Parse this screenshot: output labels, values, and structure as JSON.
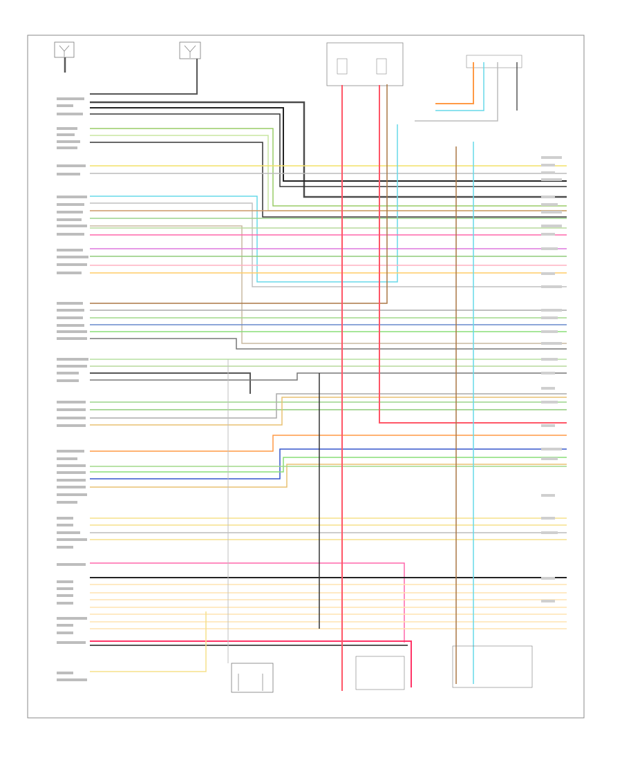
{
  "figure": {
    "bottom_left_label": "",
    "frame_label": ""
  },
  "wires": [
    {
      "id": "w1",
      "color": "#4a4a4a"
    },
    {
      "id": "w2",
      "color": "#222222"
    },
    {
      "id": "w3",
      "color": "#333333"
    },
    {
      "id": "w4",
      "color": "#99cc66"
    },
    {
      "id": "w5",
      "color": "#c8e6a0"
    },
    {
      "id": "w6",
      "color": "#333333"
    },
    {
      "id": "w7",
      "color": "#f2e066"
    },
    {
      "id": "w8",
      "color": "#bbbbbb"
    },
    {
      "id": "w9",
      "color": "#66d9e8"
    },
    {
      "id": "w10",
      "color": "#bfbfbf"
    },
    {
      "id": "w11",
      "color": "#cc9966"
    },
    {
      "id": "w12",
      "color": "#9ad48a"
    },
    {
      "id": "w13",
      "color": "#c9b9a0"
    },
    {
      "id": "w14",
      "color": "#b7d99c"
    },
    {
      "id": "w15",
      "color": "#ff66aa"
    },
    {
      "id": "w16",
      "color": "#dd77dd"
    },
    {
      "id": "w17",
      "color": "#8fcc7a"
    },
    {
      "id": "w18",
      "color": "#ffb0c0"
    },
    {
      "id": "w19",
      "color": "#ffcc66"
    },
    {
      "id": "w20",
      "color": "#aa7744"
    },
    {
      "id": "w21",
      "color": "#aaaaaa"
    },
    {
      "id": "w22",
      "color": "#a0d88a"
    },
    {
      "id": "w23",
      "color": "#6688cc"
    },
    {
      "id": "w24",
      "color": "#88dd77"
    },
    {
      "id": "w25",
      "color": "#777777"
    },
    {
      "id": "w26",
      "color": "#b5e0a0"
    },
    {
      "id": "w27",
      "color": "#555555"
    },
    {
      "id": "w28",
      "color": "#ff9944"
    },
    {
      "id": "w29",
      "color": "#ff5566"
    },
    {
      "id": "w30",
      "color": "#3355cc"
    },
    {
      "id": "w31",
      "color": "#e8c070"
    },
    {
      "id": "w32",
      "color": "#f5e08a"
    },
    {
      "id": "w33",
      "color": "#ffcc99"
    },
    {
      "id": "w34",
      "color": "#ff3366"
    },
    {
      "id": "w35",
      "color": "#ffe4b0"
    }
  ]
}
